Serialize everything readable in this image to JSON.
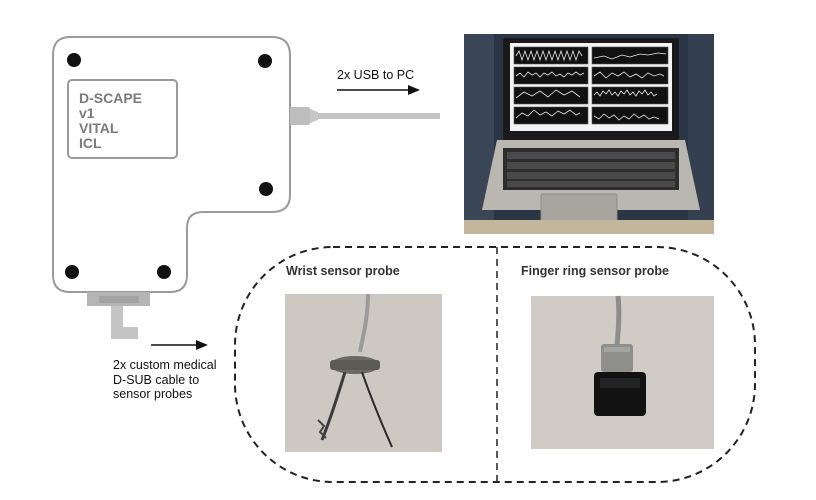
{
  "device": {
    "label_lines": [
      "D-SCAPE",
      "v1",
      "VITAL",
      "ICL"
    ]
  },
  "usb": {
    "label": "2x USB to PC"
  },
  "cable": {
    "label_lines": [
      "2x custom medical",
      "D-SUB cable to",
      "sensor probes"
    ]
  },
  "probes": {
    "wrist_title": "Wrist sensor probe",
    "finger_title": "Finger ring sensor probe"
  }
}
